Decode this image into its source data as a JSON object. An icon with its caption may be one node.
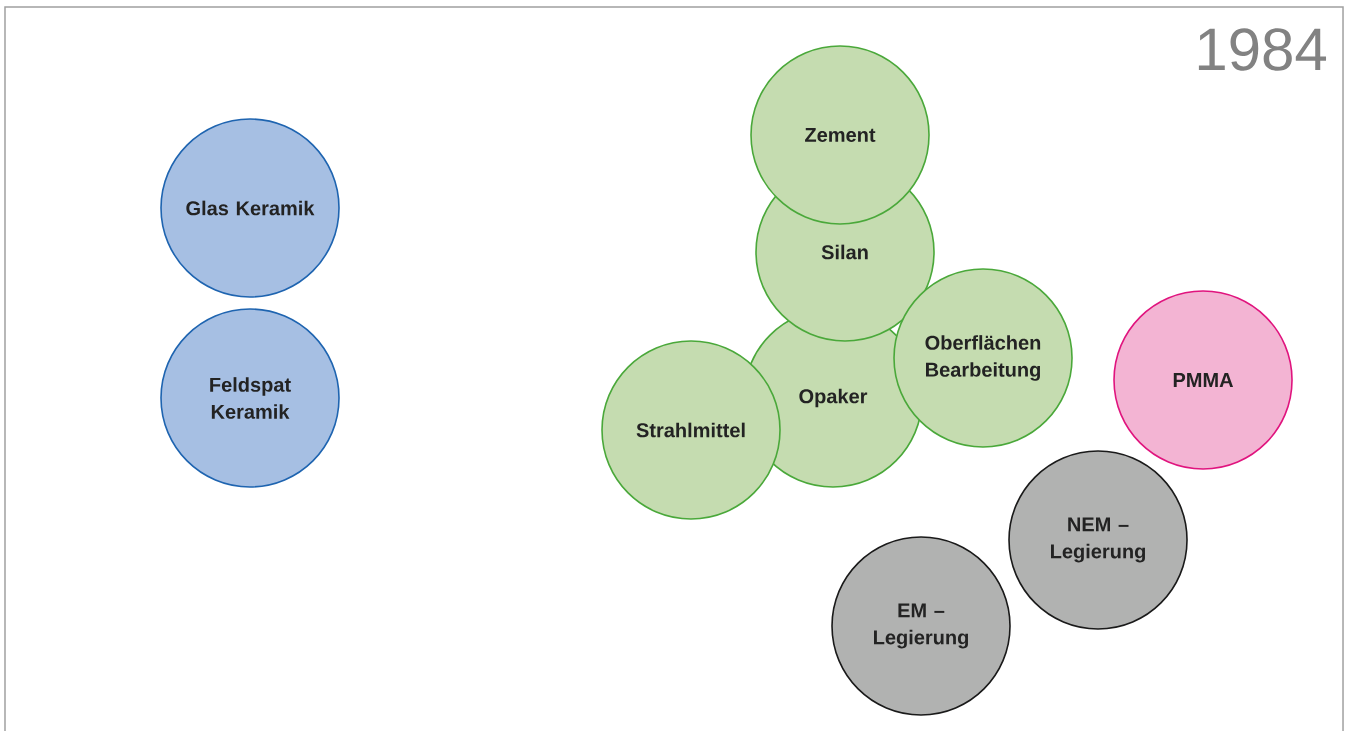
{
  "diagram": {
    "title": "1984",
    "nodes": [
      {
        "text": [
          "Glas Keramik"
        ]
      },
      {
        "text": [
          "Feldspat Keramik"
        ]
      },
      {
        "text": [
          "Zement"
        ]
      },
      {
        "text": [
          "Silan"
        ]
      },
      {
        "text": [
          "Oberflächen Bearbeitung"
        ]
      },
      {
        "text": [
          "Opaker"
        ]
      },
      {
        "text": [
          "Strahlmittel"
        ]
      },
      {
        "text": [
          "PMMA"
        ]
      },
      {
        "text": [
          "NEM – Legierung"
        ]
      },
      {
        "text": [
          "EM – Legierung"
        ]
      }
    ]
  }
}
